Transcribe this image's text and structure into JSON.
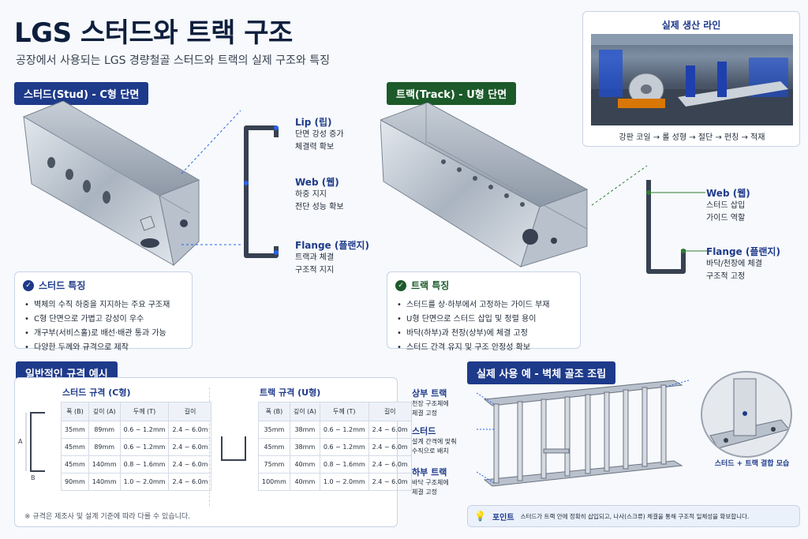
{
  "header": {
    "title": "LGS 스터드와 트랙 구조",
    "subtitle": "공장에서 사용되는 LGS 경량철골 스터드와 트랙의 실제 구조와 특징"
  },
  "stud": {
    "tag": "스터드(Stud) - C형 단면",
    "parts": [
      {
        "title": "Lip (립)",
        "desc": [
          "단면 강성 증가",
          "체결력 확보"
        ]
      },
      {
        "title": "Web (웹)",
        "desc": [
          "하중 지지",
          "전단 성능 확보"
        ]
      },
      {
        "title": "Flange (플랜지)",
        "desc": [
          "트랙과 체결",
          "구조적 지지"
        ]
      }
    ],
    "features": {
      "title": "스터드 특징",
      "items": [
        "벽체의 수직 하중을 지지하는 주요 구조재",
        "C형 단면으로 가볍고 강성이 우수",
        "개구부(서비스홀)로 배선·배관 통과 가능",
        "다양한 두께와 규격으로 제작"
      ]
    }
  },
  "track": {
    "tag": "트랙(Track) - U형 단면",
    "parts": [
      {
        "title": "Web (웹)",
        "desc": [
          "스터드 삽입",
          "가이드 역할"
        ]
      },
      {
        "title": "Flange (플랜지)",
        "desc": [
          "바닥/천장에 체결",
          "구조적 고정"
        ]
      }
    ],
    "features": {
      "title": "트랙 특징",
      "items": [
        "스터드를 상·하부에서 고정하는 가이드 부재",
        "U형 단면으로 스터드 삽입 및 정렬 용이",
        "바닥(하부)과 천장(상부)에 체결 고정",
        "스터드 간격 유지 및 구조 안정성 확보"
      ]
    }
  },
  "production": {
    "title": "실제 생산 라인",
    "caption": "강판 코일 → 롤 성형 → 절단 → 펀칭 → 적재"
  },
  "specs": {
    "tag": "일반적인 규격 예시",
    "stud_title": "스터드 규격 (C형)",
    "track_title": "트랙 규격 (U형)",
    "headers": [
      "폭 (B)",
      "깊이 (A)",
      "두께 (T)",
      "길이"
    ],
    "stud_rows": [
      [
        "35mm",
        "89mm",
        "0.6 ~ 1.2mm",
        "2.4 ~ 6.0m"
      ],
      [
        "45mm",
        "89mm",
        "0.6 ~ 1.2mm",
        "2.4 ~ 6.0m"
      ],
      [
        "45mm",
        "140mm",
        "0.8 ~ 1.6mm",
        "2.4 ~ 6.0m"
      ],
      [
        "90mm",
        "140mm",
        "1.0 ~ 2.0mm",
        "2.4 ~ 6.0m"
      ]
    ],
    "track_rows": [
      [
        "35mm",
        "38mm",
        "0.6 ~ 1.2mm",
        "2.4 ~ 6.0m"
      ],
      [
        "45mm",
        "38mm",
        "0.6 ~ 1.2mm",
        "2.4 ~ 6.0m"
      ],
      [
        "75mm",
        "40mm",
        "0.8 ~ 1.6mm",
        "2.4 ~ 6.0m"
      ],
      [
        "100mm",
        "40mm",
        "1.0 ~ 2.0mm",
        "2.4 ~ 6.0m"
      ]
    ],
    "dim_a": "A",
    "dim_b": "B",
    "note": "※ 규격은 제조사 및 설계 기준에 따라 다를 수 있습니다."
  },
  "example": {
    "tag": "실제 사용 예 - 벽체 골조 조립",
    "labels": [
      {
        "title": "상부 트랙",
        "desc": [
          "천장 구조체에",
          "체결 고정"
        ]
      },
      {
        "title": "스터드",
        "desc": [
          "설계 간격에 맞춰",
          "수직으로 배치"
        ]
      },
      {
        "title": "하부 트랙",
        "desc": [
          "바닥 구조체에",
          "체결 고정"
        ]
      }
    ],
    "detail_caption": "스터드 + 트랙 결합 모습",
    "point_label": "포인트",
    "point_text": "스터드가 트랙 안에 정확히 삽입되고, 나사(스크류) 체결을 통해 구조적 일체성을 확보합니다."
  },
  "colors": {
    "navy": "#1e3a8a",
    "green": "#1c5a2a",
    "accent": "#2563eb"
  }
}
